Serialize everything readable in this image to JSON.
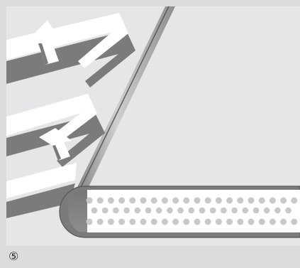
{
  "figure": {
    "step_label": "⑤"
  },
  "colors": {
    "background": "#dcdcdc",
    "panel": "#e6e6e8",
    "surface": "#8f8f8f",
    "surface_highlight": "#f4f4f4",
    "arrow": "#ffffff",
    "arrow_shadow": "#6d6d6d",
    "dots": "#c8c8c8",
    "capsule_outline": "#555555"
  },
  "icons": {
    "arrows": "upward-flow-arrow",
    "capsule": "particle-filled-capsule"
  }
}
